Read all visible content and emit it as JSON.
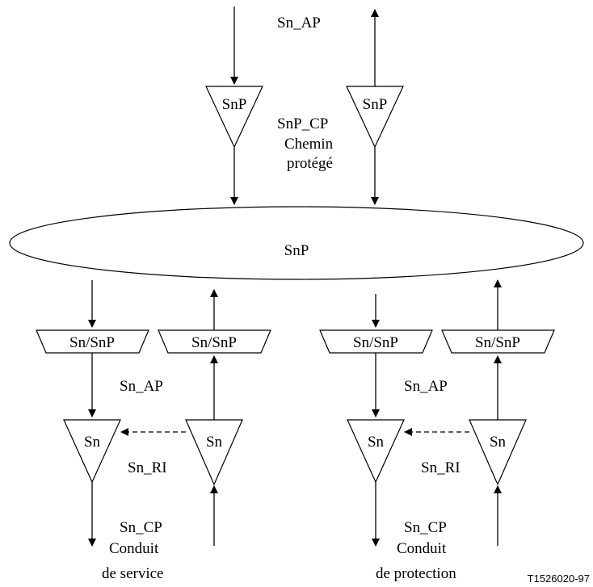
{
  "top": {
    "sn_ap": "Sn_AP",
    "snp_left": "SnP",
    "snp_right": "SnP",
    "snp_cp": "SnP_CP",
    "chemin": "Chemin",
    "protege": "protégé"
  },
  "core": {
    "snp": "SnP"
  },
  "service": {
    "adapt_down": "Sn/SnP",
    "adapt_up": "Sn/SnP",
    "sn_ap": "Sn_AP",
    "sn_left": "Sn",
    "sn_right": "Sn",
    "sn_ri": "Sn_RI",
    "sn_cp": "Sn_CP",
    "conduit": "Conduit",
    "de_service": "de service"
  },
  "protection": {
    "adapt_down": "Sn/SnP",
    "adapt_up": "Sn/SnP",
    "sn_ap": "Sn_AP",
    "sn_left": "Sn",
    "sn_right": "Sn",
    "sn_ri": "Sn_RI",
    "sn_cp": "Sn_CP",
    "conduit": "Conduit",
    "de_protection": "de protection"
  },
  "figure_ref": "T1526020-97"
}
